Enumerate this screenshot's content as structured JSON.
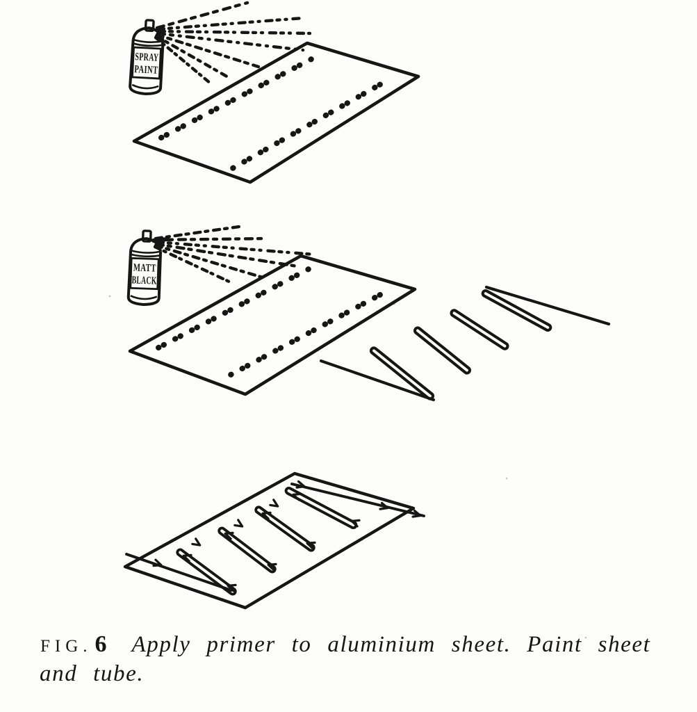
{
  "figure": {
    "caption": {
      "fig_label": "FIG.",
      "fig_number": "6",
      "text_line1": "Apply primer to aluminium sheet. Paint sheet",
      "text_line2": "and tube."
    },
    "spray_cans": {
      "primer": {
        "label_line1": "SPRAY",
        "label_line2": "PAINT"
      },
      "matt_black": {
        "label_line1": "MATT",
        "label_line2": "BLACK"
      }
    },
    "icons": {
      "spray_can": "aerosol-spray-can-icon",
      "spray_mist": "spray-mist-dashes-icon",
      "sheet": "aluminium-sheet-panel",
      "tube": "serpentine-tube-coil",
      "flow_arrow": "flow-direction-arrowhead"
    },
    "colors": {
      "ink": "#161616",
      "paper": "#fdfdfb"
    }
  }
}
